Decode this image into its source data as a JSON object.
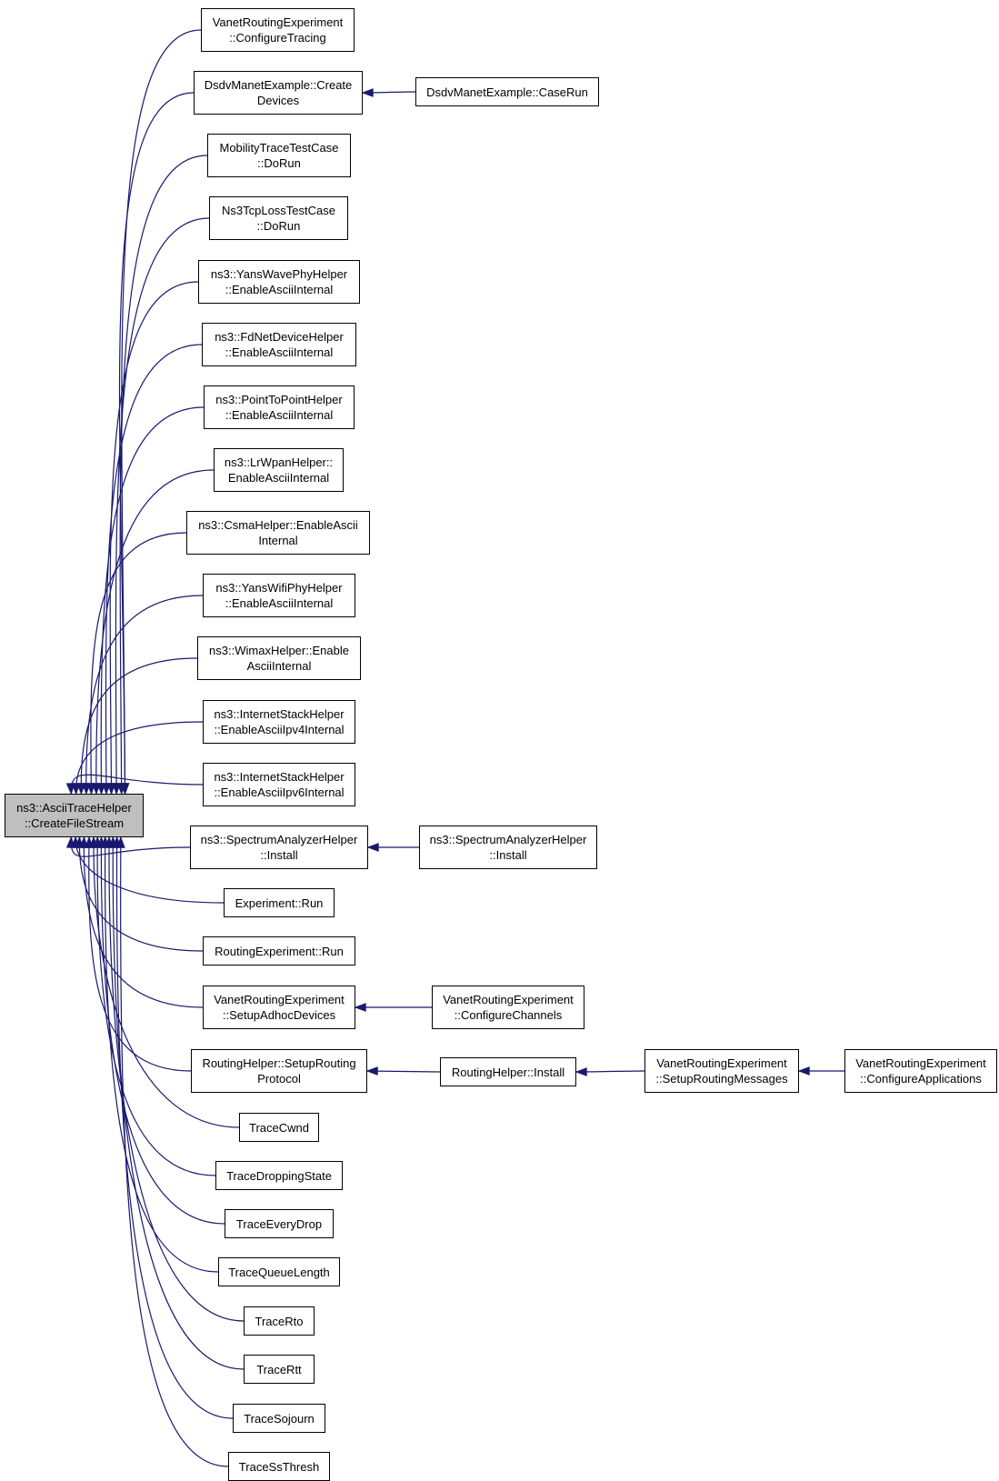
{
  "colors": {
    "edge": "#191970",
    "root_fill": "#bfbfbf",
    "node_fill": "#ffffff",
    "border": "#000000"
  },
  "nodes": [
    {
      "id": "root",
      "lines": [
        "ns3::AsciiTraceHelper",
        "::CreateFileStream"
      ],
      "root": true
    },
    {
      "id": "n1",
      "lines": [
        "VanetRoutingExperiment",
        "::ConfigureTracing"
      ]
    },
    {
      "id": "n2",
      "lines": [
        "DsdvManetExample::Create",
        "Devices"
      ]
    },
    {
      "id": "n2b",
      "lines": [
        "DsdvManetExample::CaseRun"
      ]
    },
    {
      "id": "n3",
      "lines": [
        "MobilityTraceTestCase",
        "::DoRun"
      ]
    },
    {
      "id": "n4",
      "lines": [
        "Ns3TcpLossTestCase",
        "::DoRun"
      ]
    },
    {
      "id": "n5",
      "lines": [
        "ns3::YansWavePhyHelper",
        "::EnableAsciiInternal"
      ]
    },
    {
      "id": "n6",
      "lines": [
        "ns3::FdNetDeviceHelper",
        "::EnableAsciiInternal"
      ]
    },
    {
      "id": "n7",
      "lines": [
        "ns3::PointToPointHelper",
        "::EnableAsciiInternal"
      ]
    },
    {
      "id": "n8",
      "lines": [
        "ns3::LrWpanHelper::",
        "EnableAsciiInternal"
      ]
    },
    {
      "id": "n9",
      "lines": [
        "ns3::CsmaHelper::EnableAscii",
        "Internal"
      ]
    },
    {
      "id": "n10",
      "lines": [
        "ns3::YansWifiPhyHelper",
        "::EnableAsciiInternal"
      ]
    },
    {
      "id": "n11",
      "lines": [
        "ns3::WimaxHelper::Enable",
        "AsciiInternal"
      ]
    },
    {
      "id": "n12",
      "lines": [
        "ns3::InternetStackHelper",
        "::EnableAsciiIpv4Internal"
      ]
    },
    {
      "id": "n13",
      "lines": [
        "ns3::InternetStackHelper",
        "::EnableAsciiIpv6Internal"
      ]
    },
    {
      "id": "n14",
      "lines": [
        "ns3::SpectrumAnalyzerHelper",
        "::Install"
      ]
    },
    {
      "id": "n14b",
      "lines": [
        "ns3::SpectrumAnalyzerHelper",
        "::Install"
      ]
    },
    {
      "id": "n15",
      "lines": [
        "Experiment::Run"
      ]
    },
    {
      "id": "n16",
      "lines": [
        "RoutingExperiment::Run"
      ]
    },
    {
      "id": "n17",
      "lines": [
        "VanetRoutingExperiment",
        "::SetupAdhocDevices"
      ]
    },
    {
      "id": "n17b",
      "lines": [
        "VanetRoutingExperiment",
        "::ConfigureChannels"
      ]
    },
    {
      "id": "n18",
      "lines": [
        "RoutingHelper::SetupRouting",
        "Protocol"
      ]
    },
    {
      "id": "n18b",
      "lines": [
        "RoutingHelper::Install"
      ]
    },
    {
      "id": "n18c",
      "lines": [
        "VanetRoutingExperiment",
        "::SetupRoutingMessages"
      ]
    },
    {
      "id": "n18d",
      "lines": [
        "VanetRoutingExperiment",
        "::ConfigureApplications"
      ]
    },
    {
      "id": "n19",
      "lines": [
        "TraceCwnd"
      ]
    },
    {
      "id": "n20",
      "lines": [
        "TraceDroppingState"
      ]
    },
    {
      "id": "n21",
      "lines": [
        "TraceEveryDrop"
      ]
    },
    {
      "id": "n22",
      "lines": [
        "TraceQueueLength"
      ]
    },
    {
      "id": "n23",
      "lines": [
        "TraceRto"
      ]
    },
    {
      "id": "n24",
      "lines": [
        "TraceRtt"
      ]
    },
    {
      "id": "n25",
      "lines": [
        "TraceSojourn"
      ]
    },
    {
      "id": "n26",
      "lines": [
        "TraceSsThresh"
      ]
    }
  ],
  "edges": [
    {
      "from": "n1",
      "to": "root"
    },
    {
      "from": "n2",
      "to": "root"
    },
    {
      "from": "n2b",
      "to": "n2"
    },
    {
      "from": "n3",
      "to": "root"
    },
    {
      "from": "n4",
      "to": "root"
    },
    {
      "from": "n5",
      "to": "root"
    },
    {
      "from": "n6",
      "to": "root"
    },
    {
      "from": "n7",
      "to": "root"
    },
    {
      "from": "n8",
      "to": "root"
    },
    {
      "from": "n9",
      "to": "root"
    },
    {
      "from": "n10",
      "to": "root"
    },
    {
      "from": "n11",
      "to": "root"
    },
    {
      "from": "n12",
      "to": "root"
    },
    {
      "from": "n13",
      "to": "root"
    },
    {
      "from": "n14",
      "to": "root"
    },
    {
      "from": "n14b",
      "to": "n14"
    },
    {
      "from": "n15",
      "to": "root"
    },
    {
      "from": "n16",
      "to": "root"
    },
    {
      "from": "n17",
      "to": "root"
    },
    {
      "from": "n17b",
      "to": "n17"
    },
    {
      "from": "n18",
      "to": "root"
    },
    {
      "from": "n18b",
      "to": "n18"
    },
    {
      "from": "n18c",
      "to": "n18b"
    },
    {
      "from": "n18d",
      "to": "n18c"
    },
    {
      "from": "n19",
      "to": "root"
    },
    {
      "from": "n20",
      "to": "root"
    },
    {
      "from": "n21",
      "to": "root"
    },
    {
      "from": "n22",
      "to": "root"
    },
    {
      "from": "n23",
      "to": "root"
    },
    {
      "from": "n24",
      "to": "root"
    },
    {
      "from": "n25",
      "to": "root"
    },
    {
      "from": "n26",
      "to": "root"
    }
  ]
}
